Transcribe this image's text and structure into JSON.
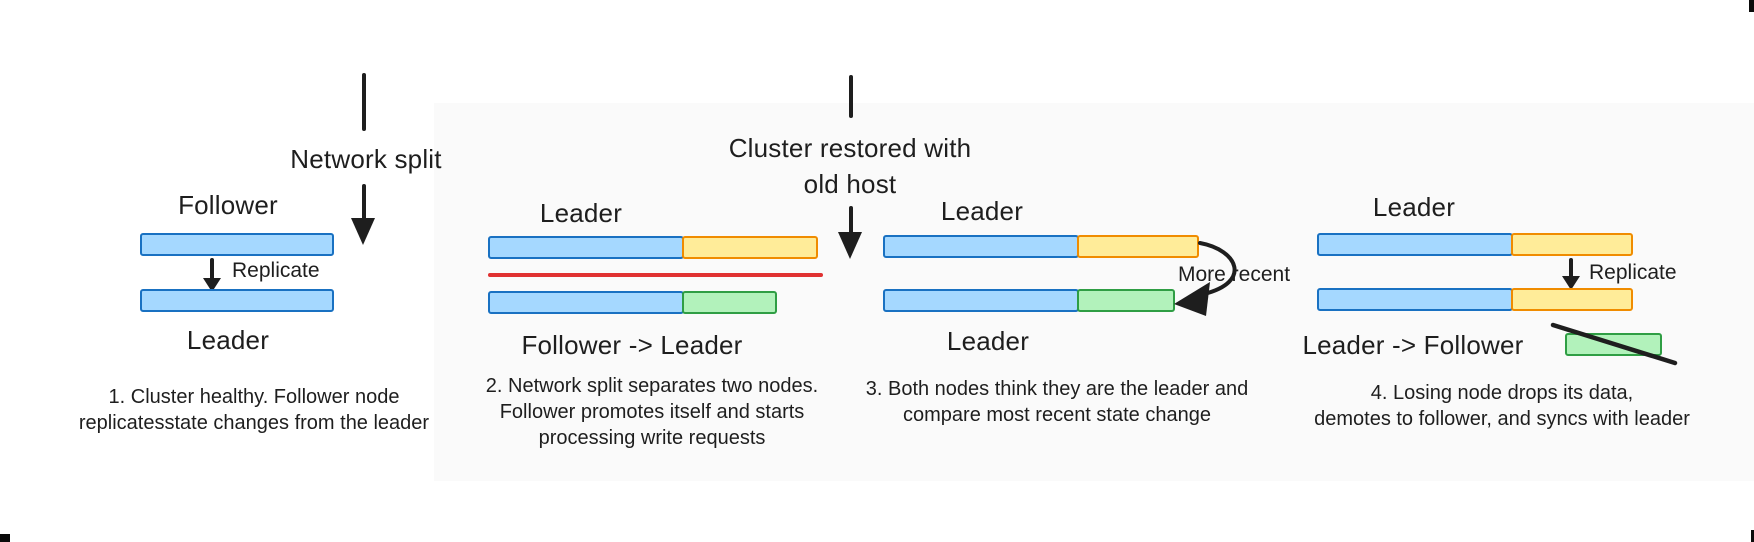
{
  "colors": {
    "background": "#ffffff",
    "node_blue_fill": "#a5d8ff",
    "node_blue_stroke": "#1971c2",
    "node_orange_fill": "#ffec99",
    "node_orange_stroke": "#f08c00",
    "node_green_fill": "#b2f2bb",
    "node_green_stroke": "#2f9e44",
    "split_divider": "#e03131",
    "arrow": "#1e1e1e",
    "text": "#1e1e1e"
  },
  "annotations": {
    "network_split": "Network split",
    "cluster_restored": [
      "Cluster restored with",
      "old host"
    ]
  },
  "panels": [
    {
      "step": "1",
      "top_label": "Follower",
      "arrow_label": "Replicate",
      "bottom_label": "Leader",
      "top_bar_segments": [
        "blue"
      ],
      "bottom_bar_segments": [
        "blue"
      ],
      "caption": [
        "1. Cluster healthy. Follower node",
        "replicatesstate changes from the leader"
      ]
    },
    {
      "step": "2",
      "top_label": "Leader",
      "bottom_label": "Follower -> Leader",
      "top_bar_segments": [
        "blue",
        "orange"
      ],
      "bottom_bar_segments": [
        "blue",
        "green"
      ],
      "has_split_divider": true,
      "caption": [
        "2. Network split separates two nodes.",
        "Follower promotes itself and starts",
        "processing write requests"
      ]
    },
    {
      "step": "3",
      "top_label": "Leader",
      "annotation_label": "More recent",
      "bottom_label": "Leader",
      "top_bar_segments": [
        "blue",
        "orange"
      ],
      "bottom_bar_segments": [
        "blue",
        "green"
      ],
      "caption": [
        "3. Both nodes think they are the leader and",
        "compare most recent state change"
      ]
    },
    {
      "step": "4",
      "top_label": "Leader",
      "arrow_label": "Replicate",
      "bottom_label": "Leader -> Follower",
      "top_bar_segments": [
        "blue",
        "orange"
      ],
      "bottom_bar_segments": [
        "blue",
        "orange"
      ],
      "dropped_segment": "green (crossed out)",
      "caption": [
        "4. Losing node drops its data,",
        "demotes to follower, and syncs with leader"
      ]
    }
  ]
}
